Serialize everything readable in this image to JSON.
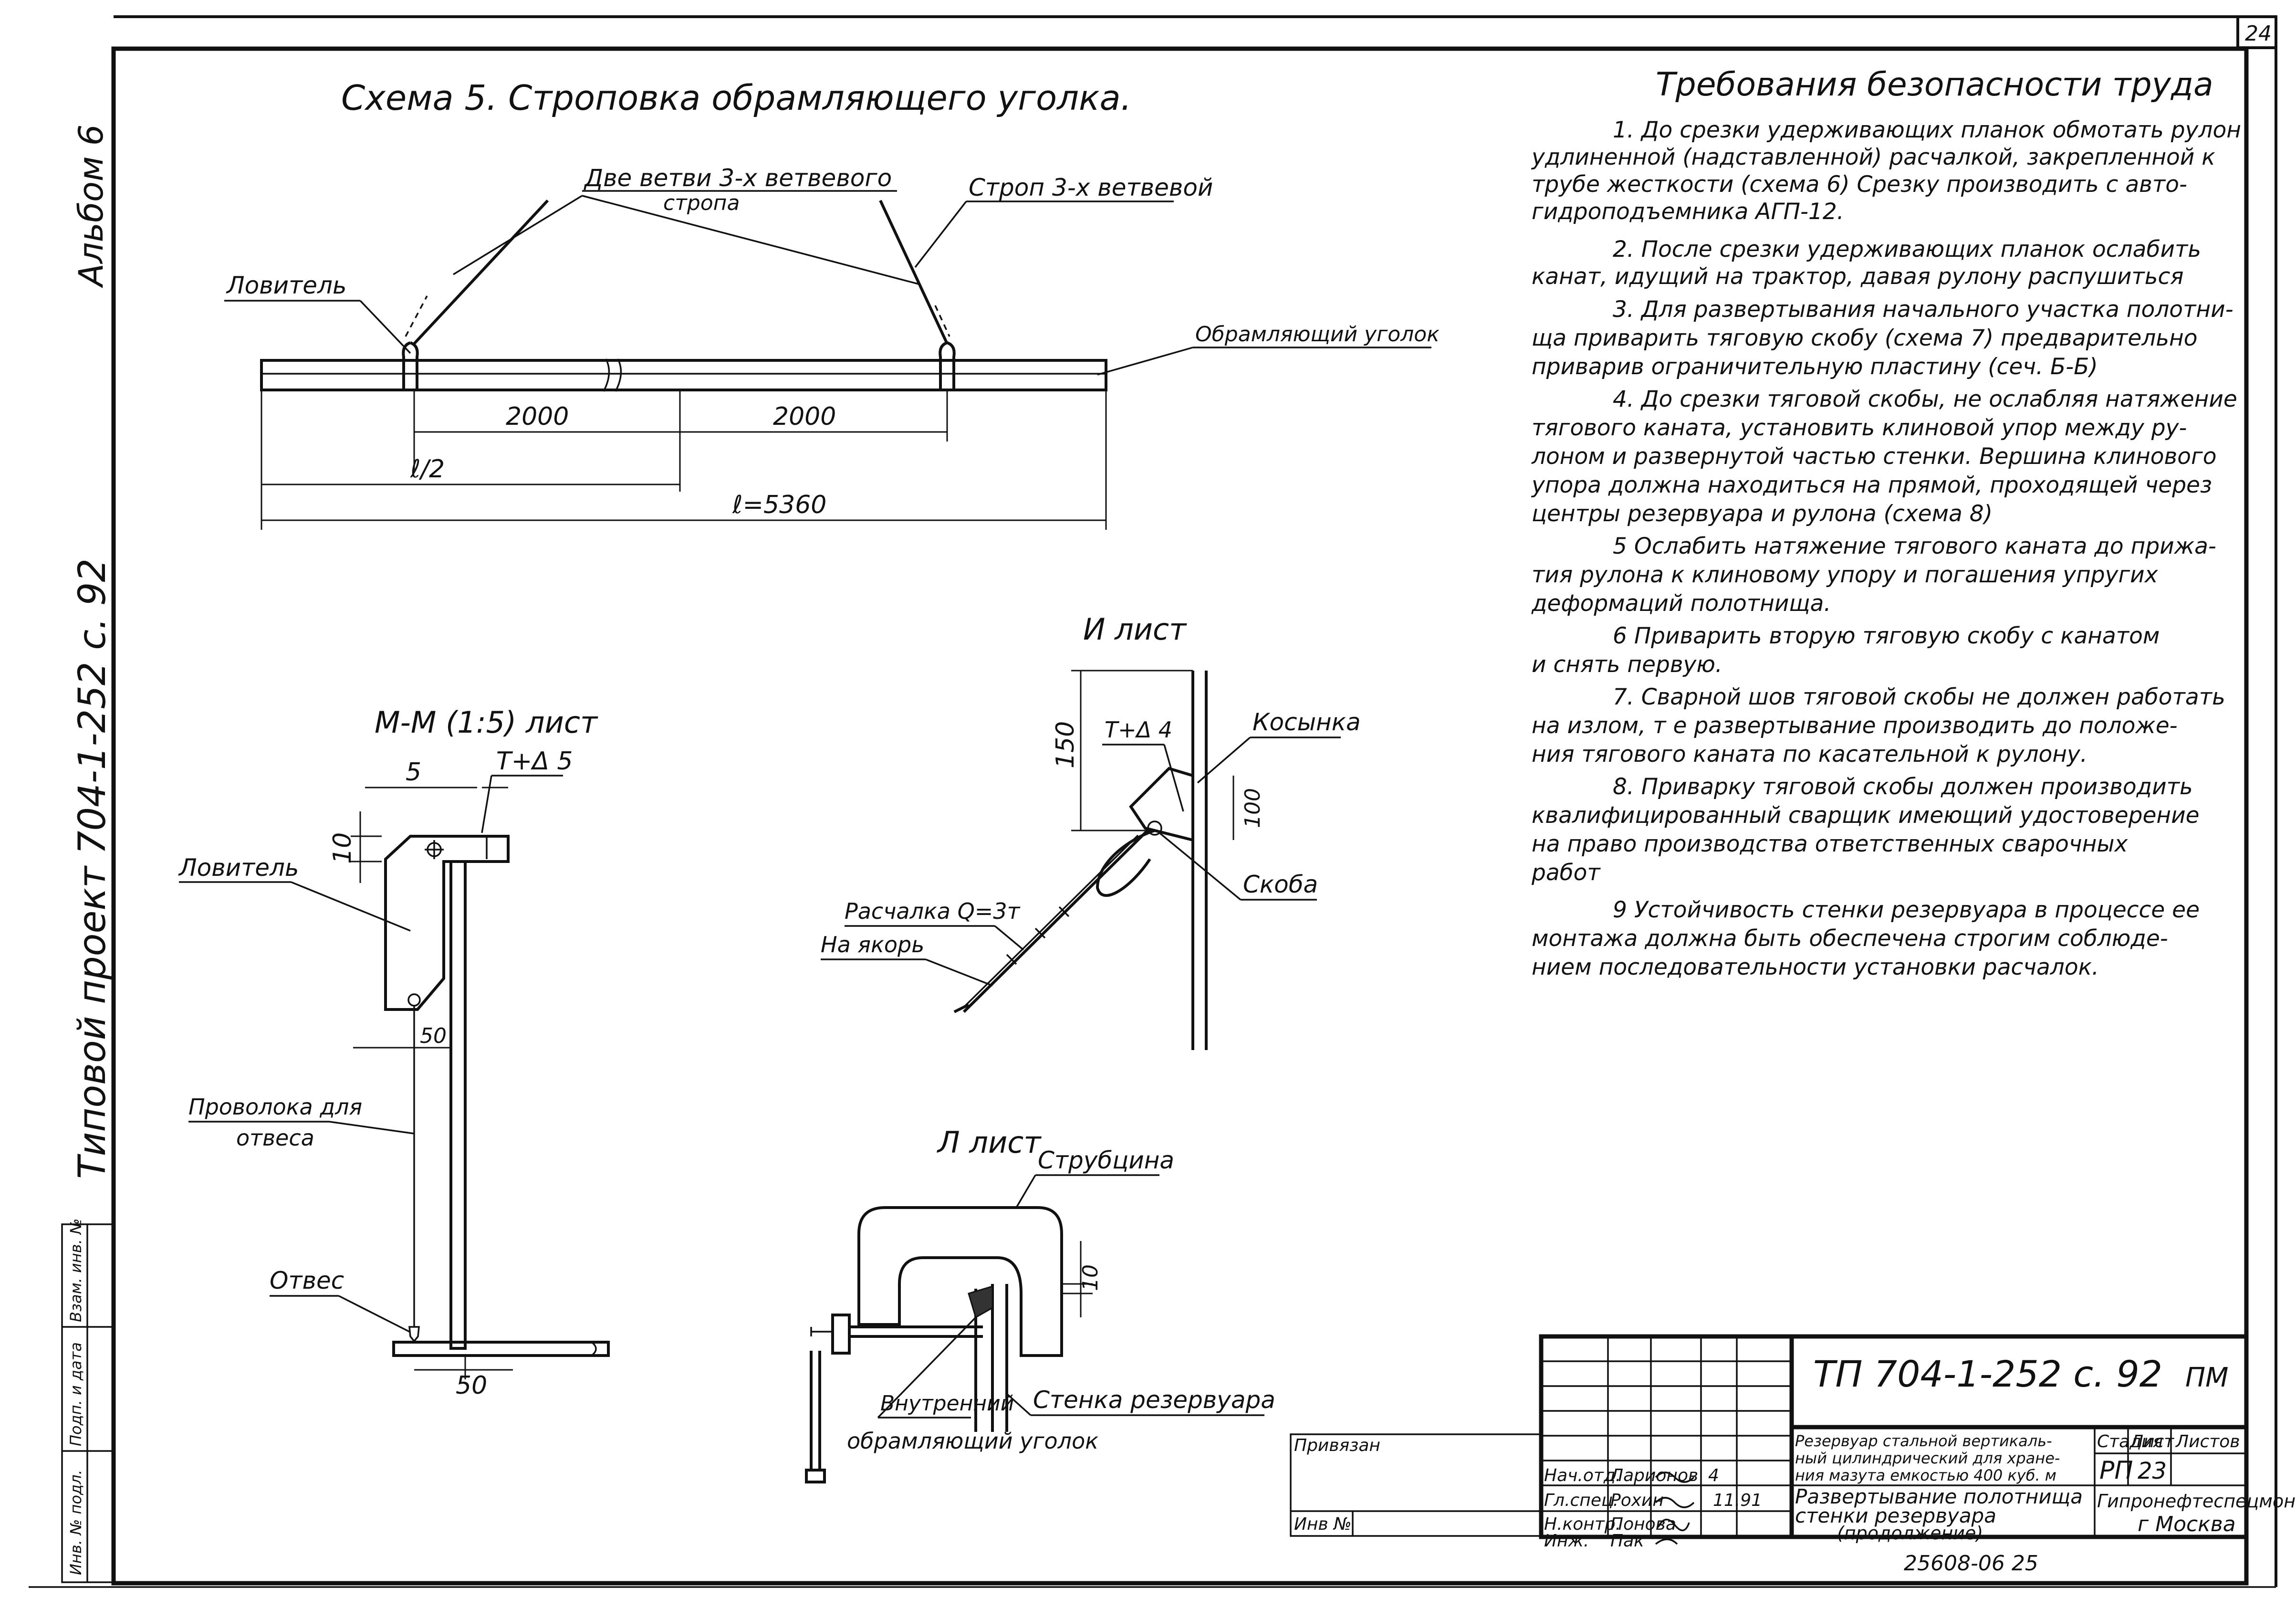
{
  "page_number": "24",
  "album": "Альбом 6",
  "side_title": "Типовой проект 704-1-252 с. 92",
  "side_stamp": [
    "Инв. № подл.",
    "Подп. и дата",
    "Взам. инв. №"
  ],
  "scheme5": {
    "title": "Схема 5. Строповка обрамляющего уголка.",
    "label_two_branches_1": "Две ветви 3-х ветвевого",
    "label_two_branches_2": "стропа",
    "label_sling": "Строп 3-х ветвевой",
    "label_catcher": "Ловитель",
    "label_angle": "Обрамляющий уголок",
    "dim_left": "2000",
    "dim_right": "2000",
    "dim_half": "ℓ/2",
    "dim_total": "ℓ=5360"
  },
  "section_mm": {
    "title": "М-М  (1:5) лист",
    "dim_5": "5",
    "dim_t": "T+Δ 5",
    "dim_10": "10",
    "dim_50a": "50",
    "dim_50b": "50",
    "label_catcher": "Ловитель",
    "label_wire_1": "Проволока для",
    "label_wire_2": "отвеса",
    "label_plumb": "Отвес"
  },
  "detail_i": {
    "title": "И лист",
    "dim_150": "150",
    "dim_100": "100",
    "dim_t": "T+Δ 4",
    "label_gusset": "Косынка",
    "label_bracket": "Скоба",
    "label_brace": "Расчалка Q=3т",
    "label_anchor": "На якорь"
  },
  "detail_l": {
    "title": "Л лист",
    "label_clamp": "Струбцина",
    "dim_10": "10",
    "label_inner_1": "Внутренний",
    "label_inner_2": "обрамляющий уголок",
    "label_wall": "Стенка резервуара"
  },
  "requirements": {
    "title": "Требования безопасности труда",
    "lines": [
      "1. До срезки удерживающих планок обмотать рулон",
      "удлиненной (надставленной) расчалкой, закрепленной к",
      "трубе жесткости (схема 6) Срезку производить с авто-",
      "гидроподъемника АГП-12.",
      "2. После срезки удерживающих планок ослабить",
      "канат, идущий на трактор, давая рулону распушиться",
      "3. Для развертывания начального участка полотни-",
      "ща приварить тяговую скобу (схема 7) предварительно",
      "приварив ограничительную пластину (сеч. Б-Б)",
      "4. До срезки тяговой скобы, не ослабляя натяжение",
      "тягового каната, установить клиновой упор между ру-",
      "лоном и развернутой частью стенки. Вершина клинового",
      "упора должна находиться на прямой, проходящей через",
      "центры резервуара и рулона (схема 8)",
      "5 Ослабить натяжение тягового каната до прижа-",
      "тия рулона к клиновому упору и погашения упругих",
      "деформаций полотнища.",
      "6 Приварить вторую тяговую скобу с канатом",
      "и снять первую.",
      "7. Сварной шов тяговой скобы не должен работать",
      "на излом, т е развертывание производить до положе-",
      "ния тягового каната по касательной к рулону.",
      "8. Приварку тяговой скобы должен производить",
      "квалифицированный сварщик имеющий удостоверение",
      "на право производства ответственных сварочных",
      "работ",
      "9 Устойчивость стенки резервуара в процессе ее",
      "монтажа должна быть обеспечена строгим соблюде-",
      "нием последовательности установки расчалок."
    ]
  },
  "title_block": {
    "doc_code": "ТП  704-1-252 с. 92",
    "sheet_code": "ПМ",
    "tied": "Привязан",
    "inv": "Инв №",
    "desc_1": "Резервуар стальной вертикаль-",
    "desc_2": "ный цилиндрический для хране-",
    "desc_3": "ния мазута емкостью 400 куб. м",
    "stage_label": "Стадия",
    "sheet_label": "Лист",
    "sheets_label": "Листов",
    "stage": "РП",
    "sheet": "23",
    "drawing_1": "Развертывание полотнища",
    "drawing_2": "стенки резервуара",
    "drawing_3": "(продолжение)",
    "org_1": "Гипронефтеспецмонтаж",
    "org_2": "г Москва",
    "roles": [
      "Нач.отд.",
      "Гл.спец.",
      "Н.контр.",
      "Инж."
    ],
    "names": [
      "Ларионов",
      "Рохин",
      "Понова",
      "Пак"
    ],
    "date": "11.91",
    "month": "4",
    "archive": "25608-06  25"
  }
}
